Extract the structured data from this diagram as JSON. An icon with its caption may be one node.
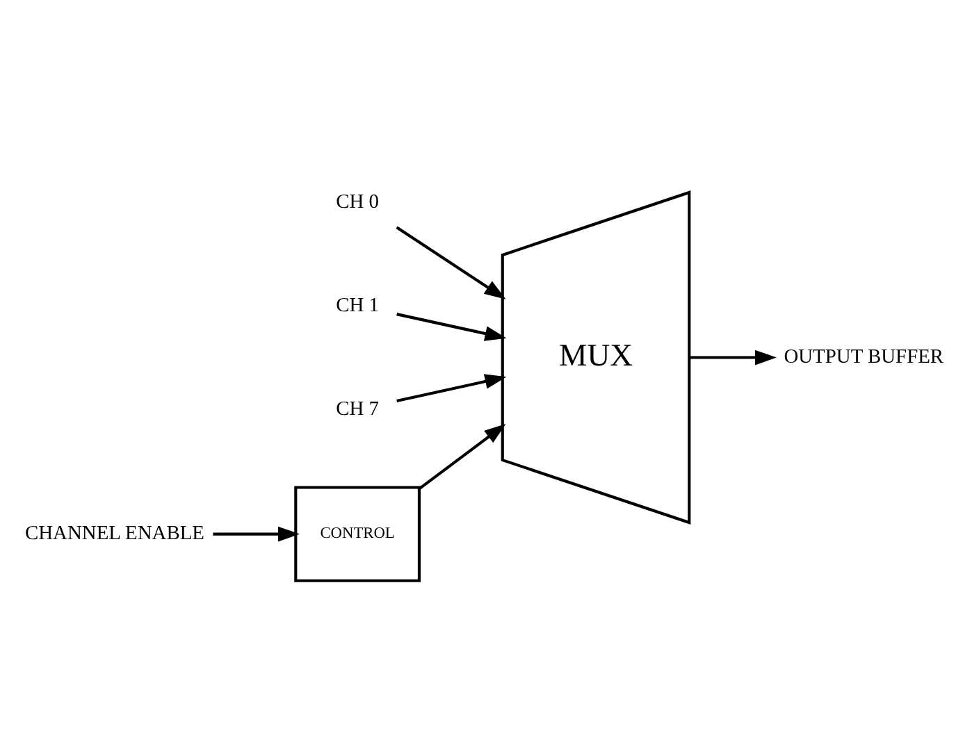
{
  "diagram": {
    "nodes": [
      {
        "text": [
          "CH 0"
        ]
      },
      {
        "text": [
          "CH 1"
        ]
      },
      {
        "text": [
          "CH 7"
        ]
      },
      {
        "text": [
          "MUX"
        ]
      },
      {
        "text": [
          "OUTPUT BUFFER"
        ]
      },
      {
        "text": [
          "CONTROL"
        ]
      },
      {
        "text": [
          "CHANNEL ENABLE"
        ]
      }
    ],
    "edges": [
      {
        "from": 0,
        "to": 3,
        "arrow": "to"
      },
      {
        "from": 1,
        "to": 3,
        "arrow": "to"
      },
      {
        "from": 2,
        "to": 3,
        "arrow": "to"
      },
      {
        "from": 3,
        "to": 4,
        "arrow": "to"
      },
      {
        "from": 5,
        "to": 3,
        "arrow": "to"
      },
      {
        "from": 6,
        "to": 5,
        "arrow": "to"
      }
    ]
  }
}
